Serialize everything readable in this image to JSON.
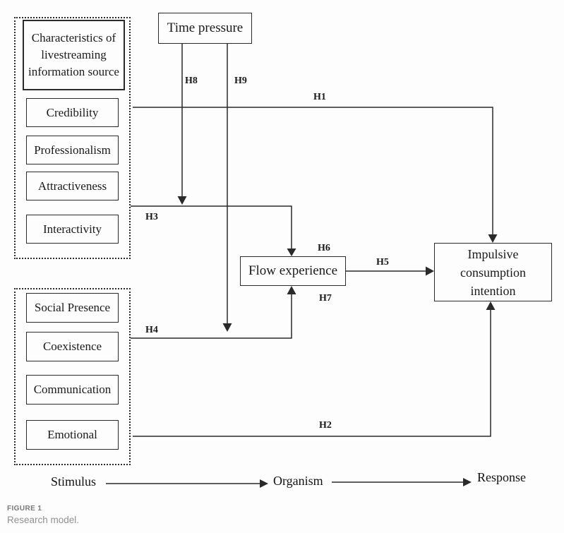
{
  "figure": {
    "caption_label": "FIGURE 1",
    "caption_text": "Research model."
  },
  "model": {
    "source_group": {
      "title": "Characteristics of livestreaming information source",
      "items": [
        "Credibility",
        "Professionalism",
        "Attractiveness",
        "Interactivity"
      ]
    },
    "social_group": {
      "items": [
        "Social Presence",
        "Coexistence",
        "Communication",
        "Emotional"
      ]
    },
    "time_pressure": "Time pressure",
    "flow_experience": "Flow experience",
    "impulsive_intention": "Impulsive consumption intention",
    "hypotheses": {
      "h1": "H1",
      "h2": "H2",
      "h3": "H3",
      "h4": "H4",
      "h5": "H5",
      "h6": "H6",
      "h7": "H7",
      "h8": "H8",
      "h9": "H9"
    },
    "process_labels": {
      "stimulus": "Stimulus",
      "organism": "Organism",
      "response": "Response"
    }
  },
  "colors": {
    "line": "#2a2a2a",
    "caption_label": "#75787b",
    "caption_text": "#8e9194"
  }
}
